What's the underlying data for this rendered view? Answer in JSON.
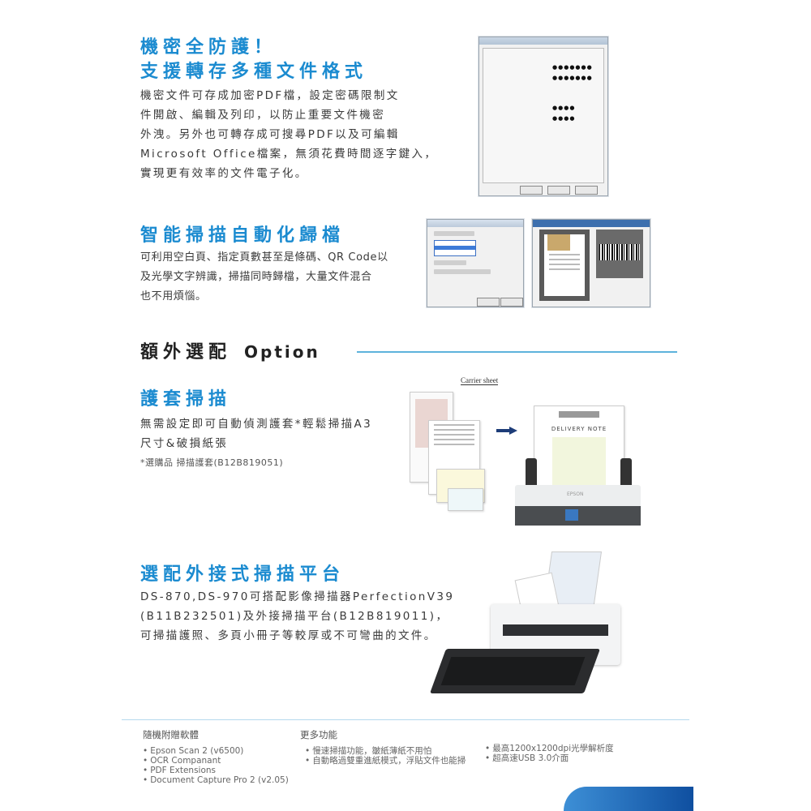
{
  "section_security": {
    "title_line1": "機密全防護！",
    "title_line2": "支援轉存多種文件格式",
    "paragraph": [
      "機密文件可存成加密PDF檔，設定密碼限制文",
      "件開啟、編輯及列印，以防止重要文件機密",
      "外洩。另外也可轉存成可搜尋PDF以及可編輯",
      "Microsoft Office檔案，無須花費時間逐字鍵入，",
      "實現更有效率的文件電子化。"
    ],
    "dialog_password_mask": "●●●●●●●",
    "dialog_short_mask": "●●●●"
  },
  "section_smart": {
    "title": "智能掃描自動化歸檔",
    "paragraph": [
      "可利用空白頁、指定頁數甚至是條碼、QR Code以",
      "及光學文字辨識，掃描同時歸檔，大量文件混合",
      "也不用煩惱。"
    ]
  },
  "option_header": {
    "title": "額外選配",
    "title_en": "Option"
  },
  "section_carrier": {
    "title": "護套掃描",
    "paragraph": [
      "無需設定即可自動偵測護套*輕鬆掃描A3",
      "尺寸&破損紙張"
    ],
    "footnote": "*選購品 掃描護套(B12B819051)",
    "image_label": "Carrier sheet",
    "delivery_note": "DELIVERY NOTE",
    "brand": "EPSON"
  },
  "section_flatbed": {
    "title": "選配外接式掃描平台",
    "paragraph": [
      "DS-870,DS-970可搭配影像掃描器PerfectionV39",
      "(B11B232501)及外接掃描平台(B12B819011)，",
      "可掃描護照、多頁小冊子等較厚或不可彎曲的文件。"
    ]
  },
  "footer": {
    "software_title": "隨機附贈軟體",
    "software_items": [
      "Epson Scan 2 (v6500)",
      "OCR Companant",
      "PDF Extensions",
      "Document Capture Pro 2 (v2.05)"
    ],
    "features_title": "更多功能",
    "features_col1": [
      "慢速掃描功能，皺紙薄紙不用怕",
      "自動略過雙重進紙模式，浮貼文件也能掃"
    ],
    "features_col2": [
      "最高1200x1200dpi光學解析度",
      "超高速USB 3.0介面"
    ]
  },
  "colors": {
    "title_blue": "#1b8bd0",
    "rule_blue": "#5db3dc",
    "corner_blue": "#1565b8"
  }
}
